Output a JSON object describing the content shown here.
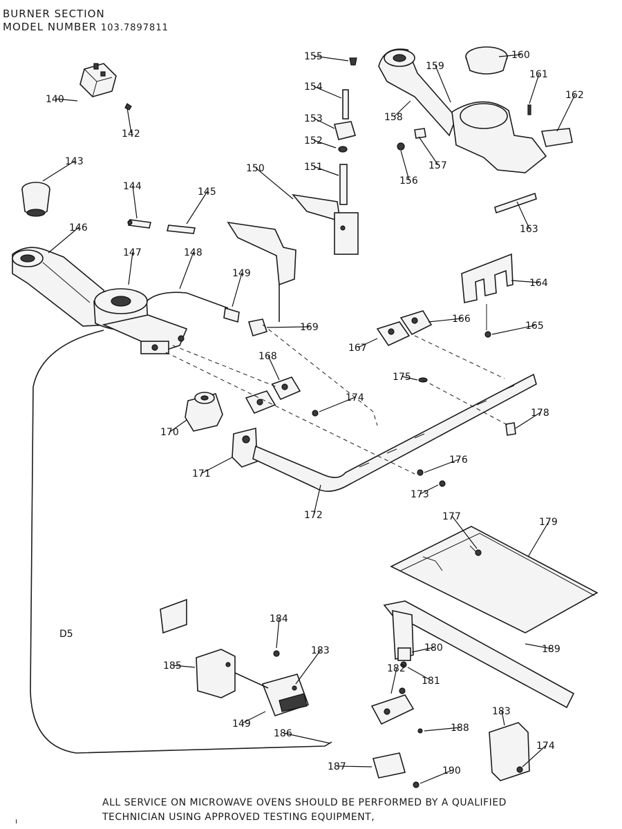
{
  "header": {
    "section": "BURNER SECTION",
    "model_label": "MODEL NUMBER",
    "model_number": "103.7897811"
  },
  "section_code": "D5",
  "footer": {
    "line1": "ALL SERVICE ON MICROWAVE OVENS SHOULD BE PERFORMED BY A QUALIFIED",
    "line2": "TECHNICIAN USING APPROVED TESTING EQUIPMENT,"
  },
  "corner_mark": "ı",
  "part_labels": [
    "140",
    "142",
    "143",
    "144",
    "145",
    "146",
    "147",
    "148",
    "149",
    "150",
    "151",
    "152",
    "153",
    "154",
    "155",
    "156",
    "157",
    "158",
    "159",
    "160",
    "161",
    "162",
    "163",
    "164",
    "165",
    "166",
    "167",
    "168",
    "169",
    "170",
    "171",
    "172",
    "173",
    "174",
    "175",
    "176",
    "177",
    "178",
    "179",
    "180",
    "181",
    "182",
    "183",
    "184",
    "185",
    "186",
    "187",
    "188",
    "189",
    "190"
  ],
  "colors": {
    "ink": "#1a1a1a",
    "paper": "#ffffff"
  }
}
